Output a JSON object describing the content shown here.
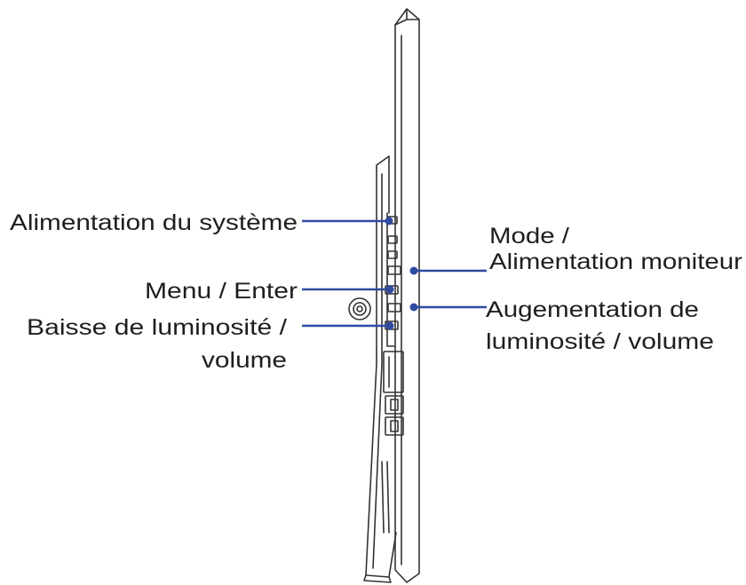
{
  "labels": {
    "system_power": "Alimentation du système",
    "mode_line1": "Mode /",
    "mode_line2": "Alimentation moniteur",
    "menu_enter": "Menu / Enter",
    "brightness_down_line1": "Baisse de luminosité /",
    "brightness_down_line2": "volume",
    "brightness_up_line1": "Augementation de",
    "brightness_up_line2": "luminosité / volume"
  },
  "colors": {
    "leader_line": "#2f4aa0",
    "device_outline": "#333333",
    "text": "#1e1e1e",
    "background": "#ffffff"
  }
}
